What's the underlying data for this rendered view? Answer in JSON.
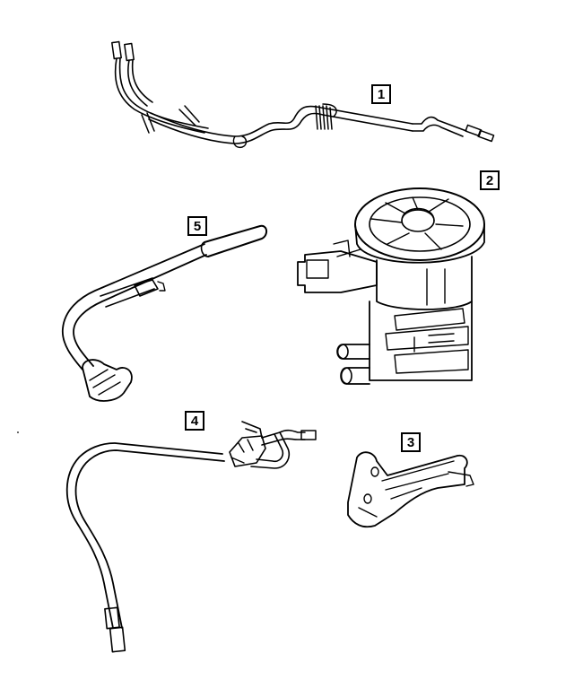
{
  "callouts": {
    "part_1": "1",
    "part_2": "2",
    "part_3": "3",
    "part_4": "4",
    "part_5": "5"
  }
}
